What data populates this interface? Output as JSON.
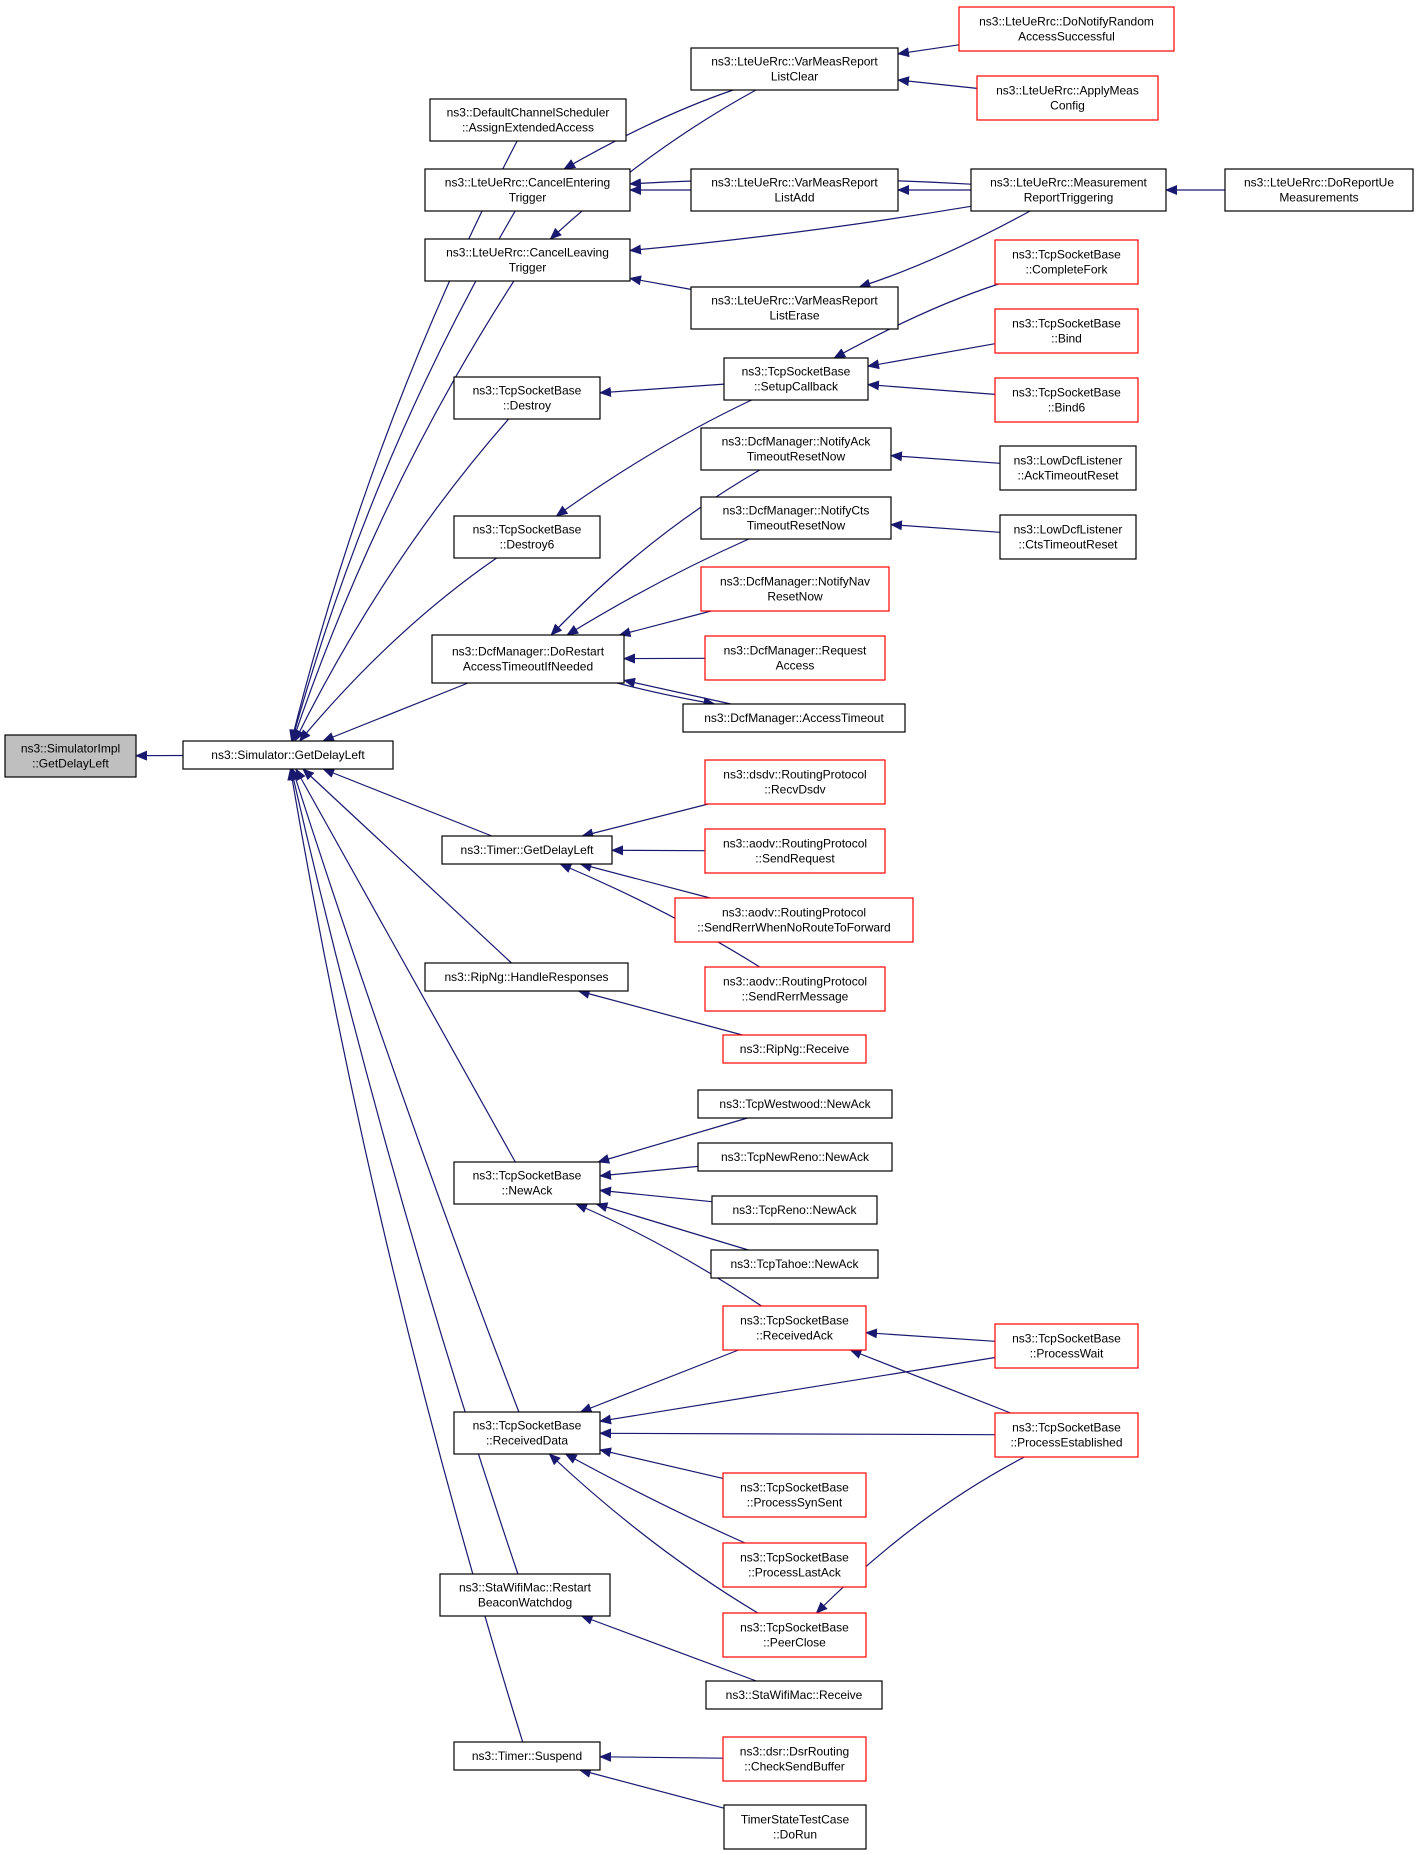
{
  "colors": {
    "edge": "#191970",
    "border_normal": "#000000",
    "border_truncated": "#ff0000",
    "fill_root": "#bfbfbf",
    "fill_normal": "#ffffff"
  },
  "nodes": [
    {
      "id": "n0",
      "lines": [
        "ns3::SimulatorImpl",
        "::GetDelayLeft"
      ],
      "style": "root"
    },
    {
      "id": "n1",
      "lines": [
        "ns3::Simulator::GetDelayLeft"
      ],
      "style": "normal"
    },
    {
      "id": "n2",
      "lines": [
        "ns3::DefaultChannelScheduler",
        "::AssignExtendedAccess"
      ],
      "style": "normal"
    },
    {
      "id": "n3",
      "lines": [
        "ns3::LteUeRrc::CancelEntering",
        "Trigger"
      ],
      "style": "normal"
    },
    {
      "id": "n4",
      "lines": [
        "ns3::LteUeRrc::CancelLeaving",
        "Trigger"
      ],
      "style": "normal"
    },
    {
      "id": "n5",
      "lines": [
        "ns3::TcpSocketBase",
        "::Destroy"
      ],
      "style": "normal"
    },
    {
      "id": "n6",
      "lines": [
        "ns3::TcpSocketBase",
        "::Destroy6"
      ],
      "style": "normal"
    },
    {
      "id": "n7",
      "lines": [
        "ns3::DcfManager::DoRestart",
        "AccessTimeoutIfNeeded"
      ],
      "style": "normal"
    },
    {
      "id": "n8",
      "lines": [
        "ns3::Timer::GetDelayLeft"
      ],
      "style": "normal"
    },
    {
      "id": "n9",
      "lines": [
        "ns3::RipNg::HandleResponses"
      ],
      "style": "normal"
    },
    {
      "id": "n10",
      "lines": [
        "ns3::TcpSocketBase",
        "::NewAck"
      ],
      "style": "normal"
    },
    {
      "id": "n11",
      "lines": [
        "ns3::TcpSocketBase",
        "::ReceivedData"
      ],
      "style": "normal"
    },
    {
      "id": "n12",
      "lines": [
        "ns3::StaWifiMac::Restart",
        "BeaconWatchdog"
      ],
      "style": "normal"
    },
    {
      "id": "n13",
      "lines": [
        "ns3::Timer::Suspend"
      ],
      "style": "normal"
    },
    {
      "id": "n14",
      "lines": [
        "ns3::LteUeRrc::VarMeasReport",
        "ListClear"
      ],
      "style": "normal"
    },
    {
      "id": "n15",
      "lines": [
        "ns3::LteUeRrc::VarMeasReport",
        "ListAdd"
      ],
      "style": "normal"
    },
    {
      "id": "n16",
      "lines": [
        "ns3::LteUeRrc::VarMeasReport",
        "ListErase"
      ],
      "style": "normal"
    },
    {
      "id": "n17",
      "lines": [
        "ns3::TcpSocketBase",
        "::SetupCallback"
      ],
      "style": "normal"
    },
    {
      "id": "n18",
      "lines": [
        "ns3::DcfManager::NotifyAck",
        "TimeoutResetNow"
      ],
      "style": "normal"
    },
    {
      "id": "n19",
      "lines": [
        "ns3::DcfManager::NotifyCts",
        "TimeoutResetNow"
      ],
      "style": "normal"
    },
    {
      "id": "n20",
      "lines": [
        "ns3::DcfManager::NotifyNav",
        "ResetNow"
      ],
      "style": "truncated"
    },
    {
      "id": "n21",
      "lines": [
        "ns3::DcfManager::Request",
        "Access"
      ],
      "style": "truncated"
    },
    {
      "id": "n22",
      "lines": [
        "ns3::DcfManager::AccessTimeout"
      ],
      "style": "normal"
    },
    {
      "id": "n23",
      "lines": [
        "ns3::dsdv::RoutingProtocol",
        "::RecvDsdv"
      ],
      "style": "truncated"
    },
    {
      "id": "n24",
      "lines": [
        "ns3::aodv::RoutingProtocol",
        "::SendRequest"
      ],
      "style": "truncated"
    },
    {
      "id": "n25",
      "lines": [
        "ns3::aodv::RoutingProtocol",
        "::SendRerrWhenNoRouteToForward"
      ],
      "style": "truncated"
    },
    {
      "id": "n26",
      "lines": [
        "ns3::aodv::RoutingProtocol",
        "::SendRerrMessage"
      ],
      "style": "truncated"
    },
    {
      "id": "n27",
      "lines": [
        "ns3::RipNg::Receive"
      ],
      "style": "truncated"
    },
    {
      "id": "n28",
      "lines": [
        "ns3::TcpWestwood::NewAck"
      ],
      "style": "normal"
    },
    {
      "id": "n29",
      "lines": [
        "ns3::TcpNewReno::NewAck"
      ],
      "style": "normal"
    },
    {
      "id": "n30",
      "lines": [
        "ns3::TcpReno::NewAck"
      ],
      "style": "normal"
    },
    {
      "id": "n31",
      "lines": [
        "ns3::TcpTahoe::NewAck"
      ],
      "style": "normal"
    },
    {
      "id": "n32",
      "lines": [
        "ns3::TcpSocketBase",
        "::ReceivedAck"
      ],
      "style": "truncated"
    },
    {
      "id": "n33",
      "lines": [
        "ns3::TcpSocketBase",
        "::ProcessSynSent"
      ],
      "style": "truncated"
    },
    {
      "id": "n34",
      "lines": [
        "ns3::TcpSocketBase",
        "::ProcessLastAck"
      ],
      "style": "truncated"
    },
    {
      "id": "n35",
      "lines": [
        "ns3::TcpSocketBase",
        "::PeerClose"
      ],
      "style": "truncated"
    },
    {
      "id": "n36",
      "lines": [
        "ns3::StaWifiMac::Receive"
      ],
      "style": "normal"
    },
    {
      "id": "n37",
      "lines": [
        "ns3::dsr::DsrRouting",
        "::CheckSendBuffer"
      ],
      "style": "truncated"
    },
    {
      "id": "n38",
      "lines": [
        "TimerStateTestCase",
        "::DoRun"
      ],
      "style": "normal"
    },
    {
      "id": "n39",
      "lines": [
        "ns3::LteUeRrc::DoNotifyRandom",
        "AccessSuccessful"
      ],
      "style": "truncated"
    },
    {
      "id": "n40",
      "lines": [
        "ns3::LteUeRrc::ApplyMeas",
        "Config"
      ],
      "style": "truncated"
    },
    {
      "id": "n41",
      "lines": [
        "ns3::LteUeRrc::Measurement",
        "ReportTriggering"
      ],
      "style": "normal"
    },
    {
      "id": "n42",
      "lines": [
        "ns3::TcpSocketBase",
        "::CompleteFork"
      ],
      "style": "truncated"
    },
    {
      "id": "n43",
      "lines": [
        "ns3::TcpSocketBase",
        "::Bind"
      ],
      "style": "truncated"
    },
    {
      "id": "n44",
      "lines": [
        "ns3::TcpSocketBase",
        "::Bind6"
      ],
      "style": "truncated"
    },
    {
      "id": "n45",
      "lines": [
        "ns3::LowDcfListener",
        "::AckTimeoutReset"
      ],
      "style": "normal"
    },
    {
      "id": "n46",
      "lines": [
        "ns3::LowDcfListener",
        "::CtsTimeoutReset"
      ],
      "style": "normal"
    },
    {
      "id": "n47",
      "lines": [
        "ns3::TcpSocketBase",
        "::ProcessWait"
      ],
      "style": "truncated"
    },
    {
      "id": "n48",
      "lines": [
        "ns3::TcpSocketBase",
        "::ProcessEstablished"
      ],
      "style": "truncated"
    },
    {
      "id": "n49",
      "lines": [
        "ns3::LteUeRrc::DoReportUe",
        "Measurements"
      ],
      "style": "normal"
    }
  ],
  "edges": [
    [
      "n1",
      "n0"
    ],
    [
      "n2",
      "n1"
    ],
    [
      "n3",
      "n1"
    ],
    [
      "n4",
      "n1"
    ],
    [
      "n5",
      "n1"
    ],
    [
      "n6",
      "n1"
    ],
    [
      "n7",
      "n1"
    ],
    [
      "n8",
      "n1"
    ],
    [
      "n9",
      "n1"
    ],
    [
      "n10",
      "n1"
    ],
    [
      "n11",
      "n1"
    ],
    [
      "n12",
      "n1"
    ],
    [
      "n13",
      "n1"
    ],
    [
      "n14",
      "n3"
    ],
    [
      "n15",
      "n3"
    ],
    [
      "n41",
      "n3"
    ],
    [
      "n14",
      "n4"
    ],
    [
      "n16",
      "n4"
    ],
    [
      "n41",
      "n4"
    ],
    [
      "n17",
      "n5"
    ],
    [
      "n17",
      "n6"
    ],
    [
      "n18",
      "n7"
    ],
    [
      "n19",
      "n7"
    ],
    [
      "n20",
      "n7"
    ],
    [
      "n21",
      "n7"
    ],
    [
      "n22",
      "n7"
    ],
    [
      "n23",
      "n8"
    ],
    [
      "n24",
      "n8"
    ],
    [
      "n25",
      "n8"
    ],
    [
      "n26",
      "n8"
    ],
    [
      "n27",
      "n9"
    ],
    [
      "n28",
      "n10"
    ],
    [
      "n29",
      "n10"
    ],
    [
      "n30",
      "n10"
    ],
    [
      "n31",
      "n10"
    ],
    [
      "n32",
      "n10"
    ],
    [
      "n32",
      "n11"
    ],
    [
      "n47",
      "n11"
    ],
    [
      "n48",
      "n11"
    ],
    [
      "n33",
      "n11"
    ],
    [
      "n34",
      "n11"
    ],
    [
      "n35",
      "n11"
    ],
    [
      "n36",
      "n12"
    ],
    [
      "n37",
      "n13"
    ],
    [
      "n38",
      "n13"
    ],
    [
      "n39",
      "n14"
    ],
    [
      "n40",
      "n14"
    ],
    [
      "n41",
      "n15"
    ],
    [
      "n41",
      "n16"
    ],
    [
      "n42",
      "n17"
    ],
    [
      "n43",
      "n17"
    ],
    [
      "n44",
      "n17"
    ],
    [
      "n45",
      "n18"
    ],
    [
      "n46",
      "n19"
    ],
    [
      "n7",
      "n22"
    ],
    [
      "n47",
      "n32"
    ],
    [
      "n48",
      "n32"
    ],
    [
      "n48",
      "n35"
    ],
    [
      "n49",
      "n41"
    ]
  ]
}
